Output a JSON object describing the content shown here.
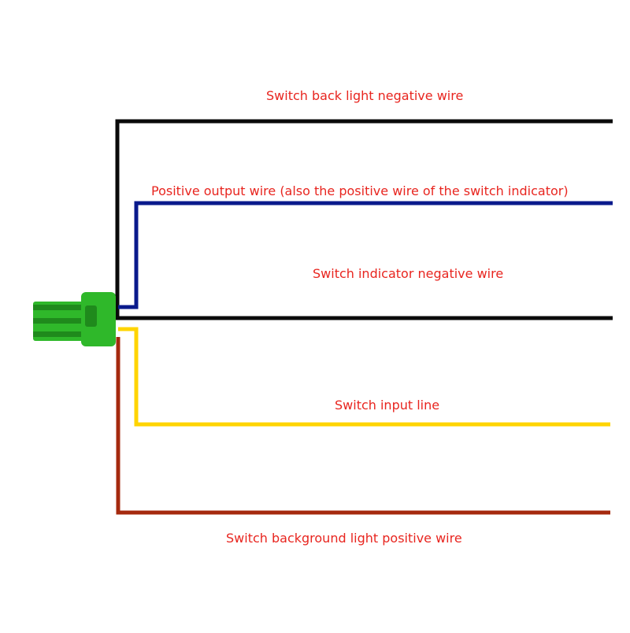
{
  "colors": {
    "label": "#e8251f",
    "black": "#0a0a0a",
    "blue": "#0a1a8c",
    "yellow": "#ffd400",
    "brown": "#a5290e",
    "connector": "#2fb82a",
    "connector_dark": "#1f8a1c"
  },
  "wires": [
    {
      "id": "backlight-negative",
      "label": "Switch back light negative wire",
      "color": "black"
    },
    {
      "id": "positive-output",
      "label": "Positive output wire (also the positive wire of the switch indicator)",
      "color": "blue"
    },
    {
      "id": "indicator-negative",
      "label": "Switch indicator negative wire",
      "color": "black"
    },
    {
      "id": "switch-input",
      "label": "Switch input line",
      "color": "yellow"
    },
    {
      "id": "background-light-positive",
      "label": "Switch background light positive wire",
      "color": "brown"
    }
  ]
}
